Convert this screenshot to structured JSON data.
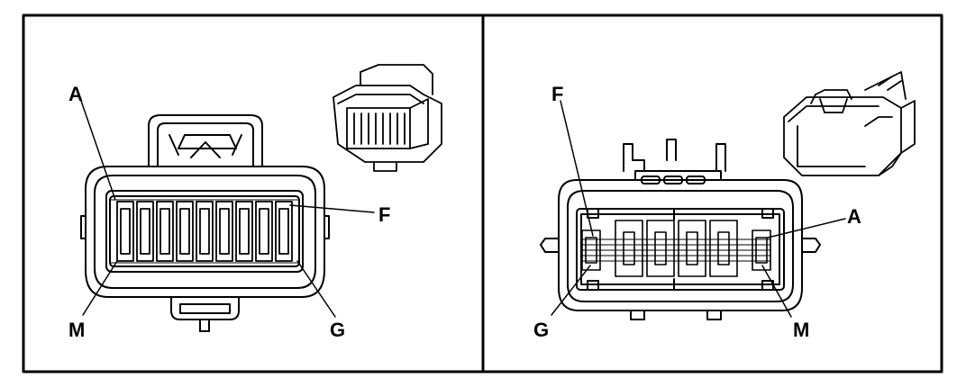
{
  "panels": [
    {
      "id": "left",
      "labels": {
        "top_left": "A",
        "top_right": "F",
        "bottom_left": "M",
        "bottom_right": "G"
      }
    },
    {
      "id": "right",
      "labels": {
        "top_left": "F",
        "top_right": "A",
        "bottom_left": "G",
        "bottom_right": "M"
      }
    }
  ],
  "colors": {
    "line": "#000000",
    "background": "#ffffff"
  }
}
